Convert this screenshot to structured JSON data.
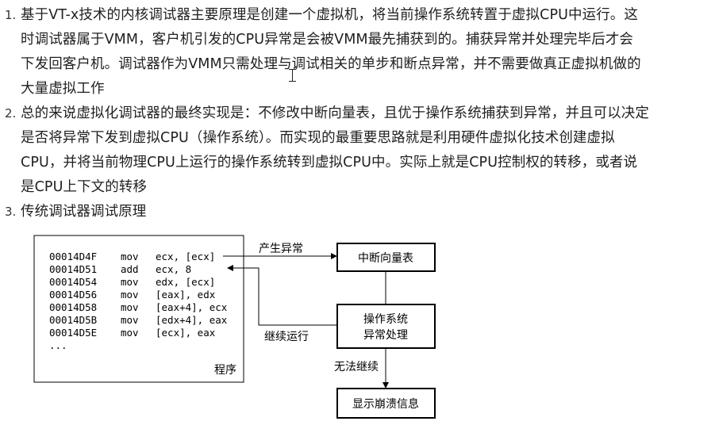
{
  "items": [
    {
      "number": "1.",
      "lines": [
        "基于VT-x技术的内核调试器主要原理是创建一个虚拟机，将当前操作系统转置于虚拟CPU中运行。这",
        "时调试器属于VMM，客户机引发的CPU异常是会被VMM最先捕获到的。捕获异常并处理完毕后才会",
        "下发回客户机。调试器作为VMM只需处理与调试相关的单步和断点异常，并不需要做真正虚拟机做的",
        "大量虚拟工作"
      ]
    },
    {
      "number": "2.",
      "lines": [
        "总的来说虚拟化调试器的最终实现是：不修改中断向量表，且优于操作系统捕获到异常，并且可以决定",
        "是否将异常下发到虚拟CPU（操作系统）。而实现的最重要思路就是利用硬件虚拟化技术创建虚拟",
        "CPU，并将当前物理CPU上运行的操作系统转到虚拟CPU中。实际上就是CPU控制权的转移，或者说",
        "是CPU上下文的转移"
      ]
    },
    {
      "number": "3.",
      "lines": [
        "传统调试器调试原理"
      ]
    }
  ],
  "diagram": {
    "program": {
      "rows": [
        {
          "addr": "00014D4F",
          "op": "mov",
          "args": "ecx, [ecx]"
        },
        {
          "addr": "00014D51",
          "op": "add",
          "args": "ecx, 8"
        },
        {
          "addr": "00014D54",
          "op": "mov",
          "args": "edx, [ecx]"
        },
        {
          "addr": "00014D56",
          "op": "mov",
          "args": "[eax], edx"
        },
        {
          "addr": "00014D58",
          "op": "mov",
          "args": "[eax+4], ecx"
        },
        {
          "addr": "00014D5B",
          "op": "mov",
          "args": "[edx+4], eax"
        },
        {
          "addr": "00014D5E",
          "op": "mov",
          "args": "[ecx], eax"
        }
      ],
      "ellipsis": "...",
      "label": "程序"
    },
    "ivt_box": "中断向量表",
    "os_box_line1": "操作系统",
    "os_box_line2": "异常处理",
    "crash_box": "显示崩溃信息",
    "edge_exception": "产生异常",
    "edge_continue": "继续运行",
    "edge_cannot": "无法继续"
  }
}
